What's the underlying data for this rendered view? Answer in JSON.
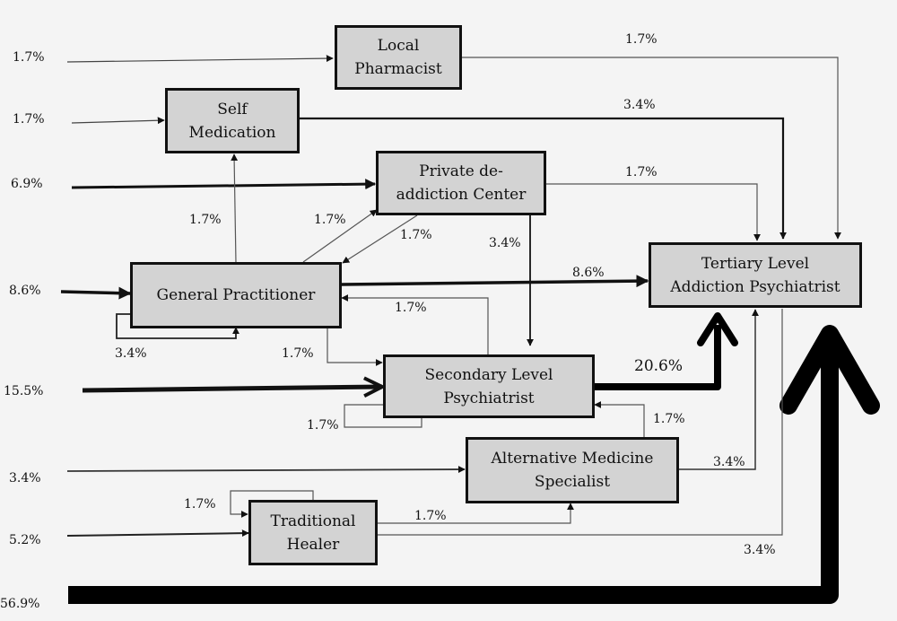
{
  "nodes": {
    "local_pharmacist": "Local\nPharmacist",
    "self_medication": "Self\nMedication",
    "private_deaddiction": "Private de-\naddiction Center",
    "general_practitioner": "General Practitioner",
    "tertiary": "Tertiary Level\nAddiction Psychiatrist",
    "secondary": "Secondary Level\nPsychiatrist",
    "alternative": "Alternative Medicine\nSpecialist",
    "traditional": "Traditional\nHealer"
  },
  "entry_labels": {
    "local_pharmacist": "1.7%",
    "self_medication": "1.7%",
    "private_deaddiction": "6.9%",
    "general_practitioner": "8.6%",
    "secondary": "15.5%",
    "alternative": "3.4%",
    "traditional": "5.2%",
    "tertiary_direct": "56.9%"
  },
  "edge_labels": {
    "pharmacist_to_tertiary": "1.7%",
    "self_to_tertiary": "3.4%",
    "private_to_tertiary": "1.7%",
    "gp_to_self": "1.7%",
    "gp_to_private": "1.7%",
    "private_to_gp": "1.7%",
    "private_to_secondary": "3.4%",
    "gp_to_tertiary": "8.6%",
    "secondary_to_gp": "1.7%",
    "gp_loop": "3.4%",
    "gp_to_secondary": "1.7%",
    "secondary_to_tertiary": "20.6%",
    "secondary_loop": "1.7%",
    "alternative_to_secondary": "1.7%",
    "alternative_to_tertiary": "3.4%",
    "traditional_loop": "1.7%",
    "traditional_to_alternative": "1.7%",
    "traditional_to_tertiary": "3.4%"
  }
}
